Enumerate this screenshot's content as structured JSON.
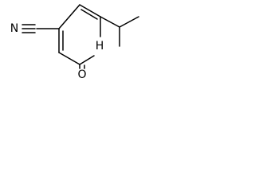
{
  "molecule": {
    "atoms": {
      "nitrile_n": {
        "symbol": "N",
        "color": "#000000"
      },
      "ring_nh": {
        "symbol": "H",
        "color": "#000000"
      },
      "carbonyl_o": {
        "symbol": "O",
        "color": "#000000"
      }
    }
  }
}
